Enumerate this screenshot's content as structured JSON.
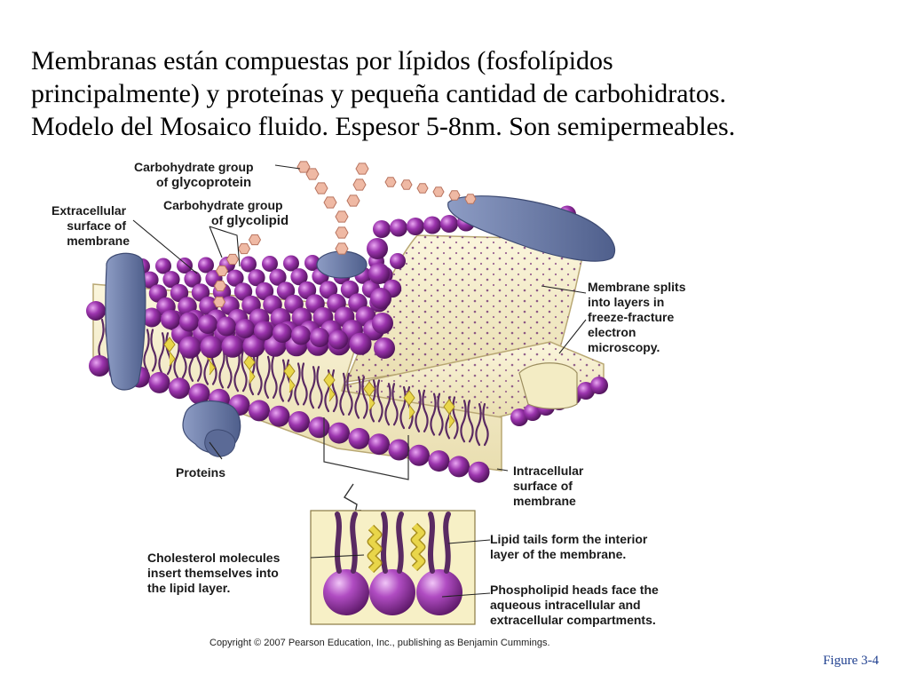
{
  "slide": {
    "title_lines": [
      "Membranas están compuestas por lípidos (fosfolípidos",
      "principalmente) y proteínas y pequeña cantidad de carbohidratos.",
      "Modelo del Mosaico fluido. Espesor 5-8nm.  Son semipermeables."
    ],
    "figure_number": "Figure 3-4"
  },
  "diagram": {
    "labels": {
      "glycoprotein_line1": "Carbohydrate group",
      "glycoprotein_line2_prefix": "of ",
      "glycoprotein_line2_emph": "glycoprotein",
      "glycolipid_line1": "Carbohydrate group",
      "glycolipid_line2_prefix": "of ",
      "glycolipid_line2_emph": "glycolipid",
      "extracellular": [
        "Extracellular",
        "surface of",
        "membrane"
      ],
      "membrane_splits": [
        "Membrane splits",
        "into layers in",
        "freeze-fracture",
        "electron",
        "microscopy."
      ],
      "proteins": "Proteins",
      "intracellular": [
        "Intracellular",
        "surface of",
        "membrane"
      ],
      "cholesterol": [
        "Cholesterol molecules",
        "insert themselves into",
        "the lipid layer."
      ],
      "lipid_tails": [
        "Lipid tails form the interior",
        "layer of the membrane."
      ],
      "phospholipid_heads": [
        "Phospholipid heads face the",
        "aqueous intracellular and",
        "extracellular compartments."
      ]
    },
    "copyright": "Copyright © 2007 Pearson Education, Inc., publishing as Benjamin Cummings.",
    "colors": {
      "head": "#8e2a9c",
      "head_highlight": "#d27ee0",
      "tail": "#5a2a62",
      "core": "#f3ecc4",
      "protein": "#6f7fa9",
      "carbohydrate": "#efb9a4",
      "cholesterol": "#e9d64a"
    }
  }
}
